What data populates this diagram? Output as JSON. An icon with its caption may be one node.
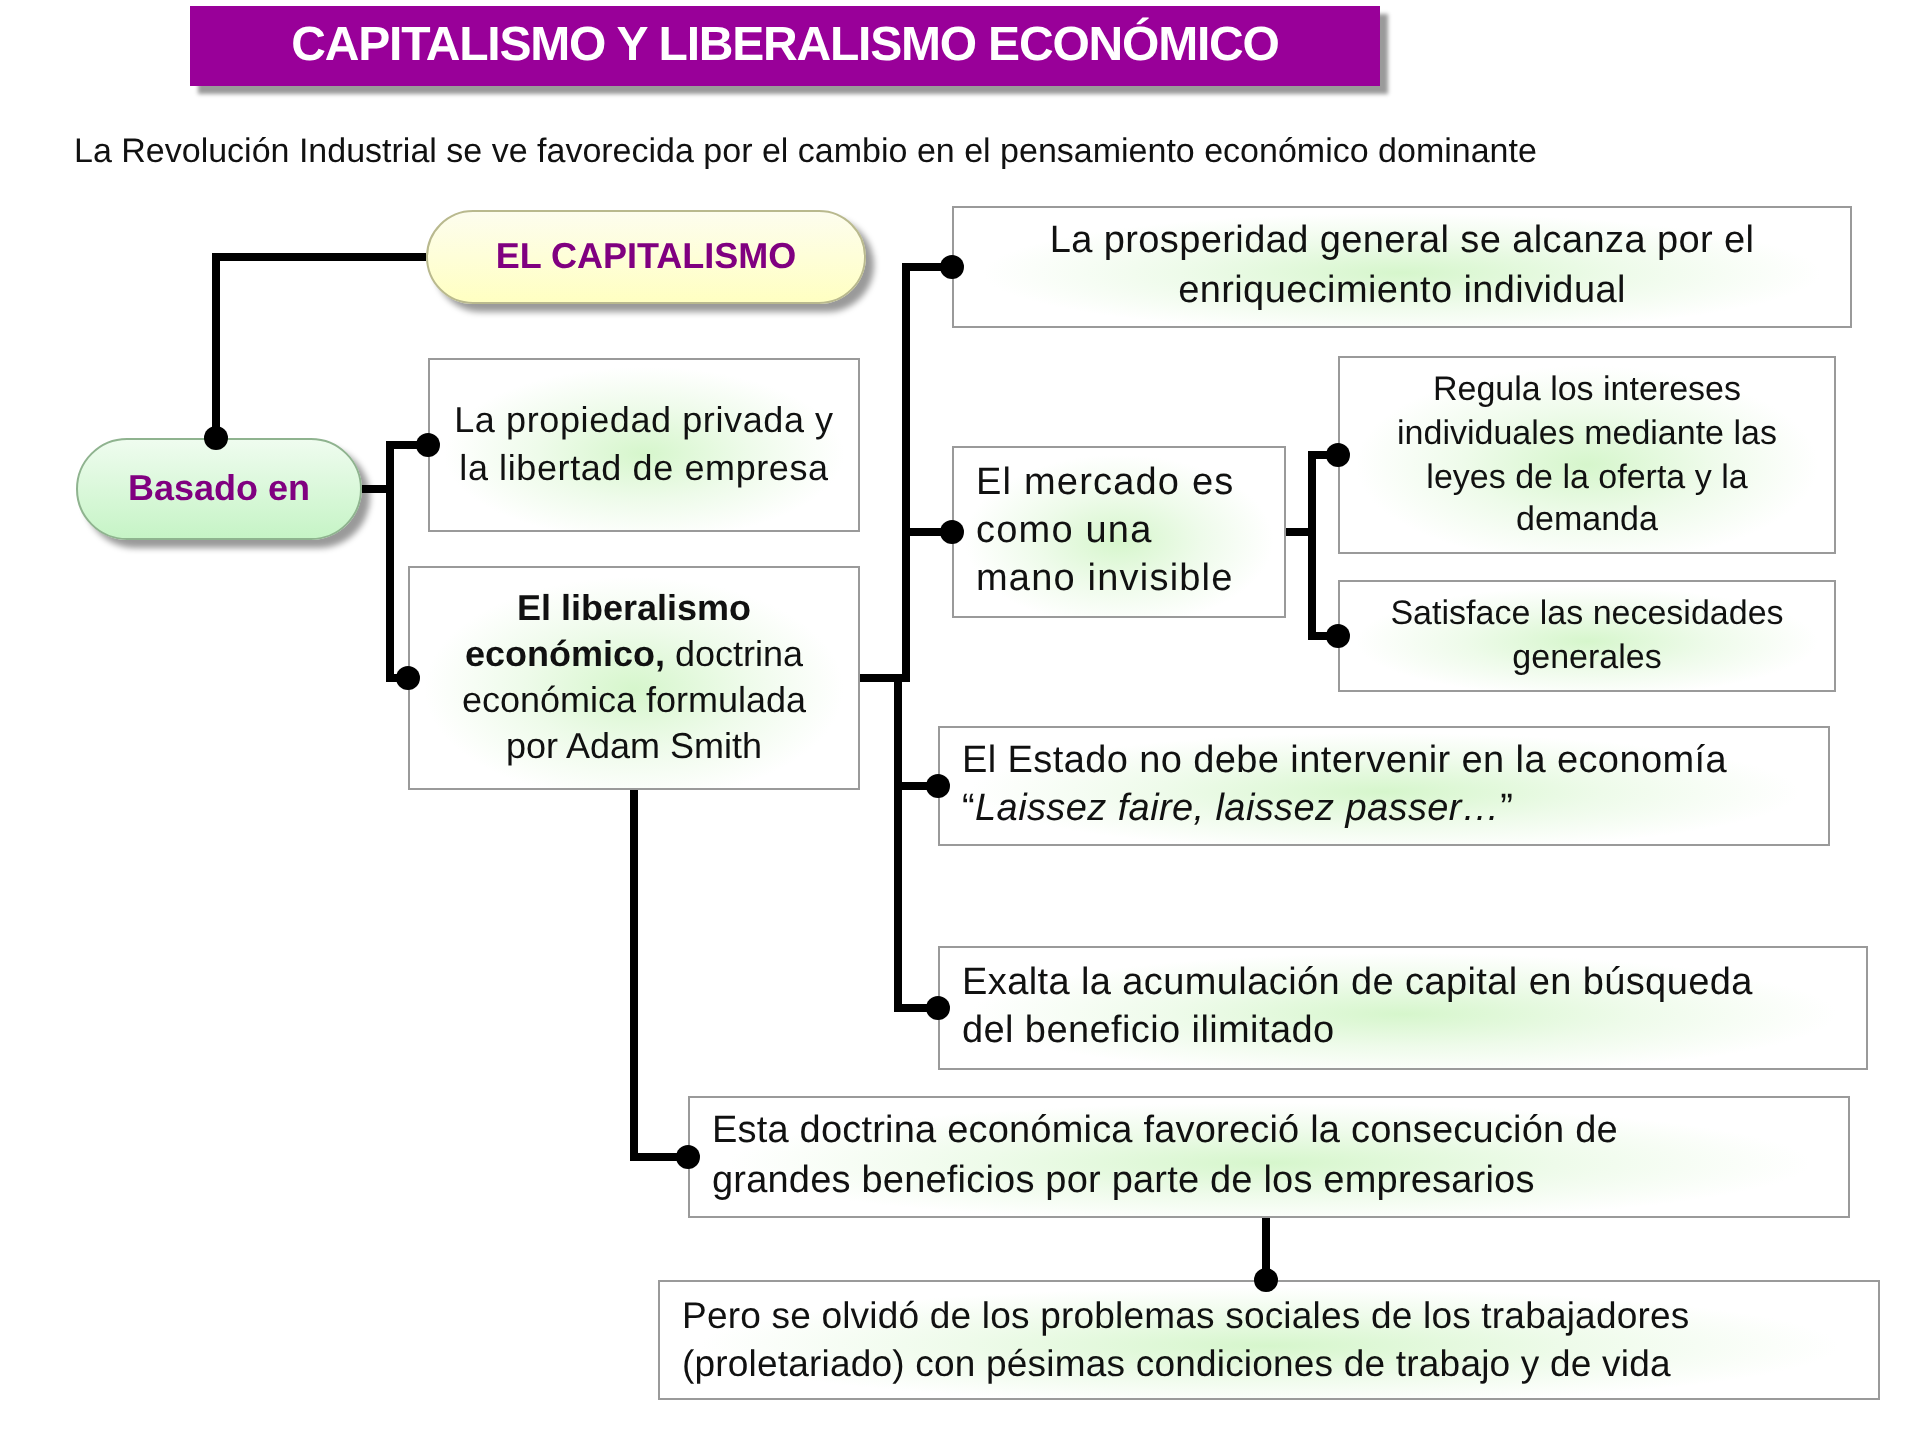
{
  "diagram": {
    "title": "CAPITALISMO Y LIBERALISMO ECONÓMICO",
    "nodes": [
      {
        "text": [
          "EL CAPITALISMO"
        ]
      },
      {
        "text": [
          "Basado en"
        ]
      },
      {
        "text": [
          "La propiedad privada y la libertad de empresa"
        ]
      },
      {
        "text": [
          "**El liberalismo económico,** doctrina económica formulada por Adam Smith"
        ]
      },
      {
        "text": [
          "La prosperidad general se alcanza por el enriquecimiento individual"
        ]
      },
      {
        "text": [
          "El mercado es como una mano invisible"
        ]
      },
      {
        "text": [
          "Regula los intereses individuales mediante las leyes de la oferta y la demanda"
        ]
      },
      {
        "text": [
          "Satisface las necesidades generales"
        ]
      },
      {
        "text": [
          "El Estado no debe intervenir en la economía “*Laissez faire, laissez passer…*”"
        ]
      },
      {
        "text": [
          "Exalta la acumulación de capital en búsqueda del beneficio ilimitado"
        ]
      },
      {
        "text": [
          "Esta doctrina económica favoreció la consecución de grandes beneficios por parte de los empresarios"
        ]
      },
      {
        "text": [
          "Pero se olvidó de los problemas sociales de los trabajadores (proletariado) con pésimas condiciones de trabajo y de vida"
        ]
      }
    ],
    "edges": [
      {
        "from": 0,
        "to": 1,
        "arrow": "other"
      },
      {
        "from": 1,
        "to": 2,
        "arrow": "other"
      },
      {
        "from": 1,
        "to": 3,
        "arrow": "other"
      },
      {
        "from": 3,
        "to": 4,
        "arrow": "other"
      },
      {
        "from": 3,
        "to": 5,
        "arrow": "other"
      },
      {
        "from": 3,
        "to": 8,
        "arrow": "other"
      },
      {
        "from": 3,
        "to": 9,
        "arrow": "other"
      },
      {
        "from": 5,
        "to": 6,
        "arrow": "other"
      },
      {
        "from": 5,
        "to": 7,
        "arrow": "other"
      },
      {
        "from": 3,
        "to": 10,
        "arrow": "other"
      },
      {
        "from": 10,
        "to": 11,
        "arrow": "other"
      }
    ],
    "labels": [
      "La Revolución Industrial se ve favorecida por el cambio en el pensamiento económico dominante"
    ]
  }
}
